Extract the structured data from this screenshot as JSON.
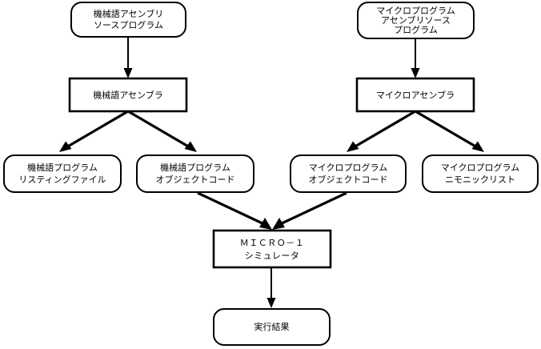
{
  "diagram": {
    "title": "MICRO-1 toolchain flow diagram",
    "background_color": "#ffffff",
    "line_color": "#000000",
    "nodes": [
      {
        "id": "machine-source",
        "shape": "rounded",
        "lines": [
          "機械語アセンブリ",
          "ソースプログラム"
        ]
      },
      {
        "id": "micro-source",
        "shape": "rounded",
        "lines": [
          "マイクロプログラム",
          "アセンブリソース",
          "プログラム"
        ]
      },
      {
        "id": "machine-assembler",
        "shape": "rect",
        "lines": [
          "機械語アセンブラ"
        ]
      },
      {
        "id": "micro-assembler",
        "shape": "rect",
        "lines": [
          "マイクロアセンブラ"
        ]
      },
      {
        "id": "machine-listing",
        "shape": "rounded",
        "lines": [
          "機械語プログラム",
          "リスティングファイル"
        ]
      },
      {
        "id": "machine-object",
        "shape": "rounded",
        "lines": [
          "機械語プログラム",
          "オブジェクトコード"
        ]
      },
      {
        "id": "micro-object",
        "shape": "rounded",
        "lines": [
          "マイクロプログラム",
          "オブジェクトコード"
        ]
      },
      {
        "id": "micro-mnemonic",
        "shape": "rounded",
        "lines": [
          "マイクロプログラム",
          "ニモニックリスト"
        ]
      },
      {
        "id": "simulator",
        "shape": "rect",
        "lines": [
          "ＭＩＣＲＯ－１",
          "シミュレータ"
        ]
      },
      {
        "id": "result",
        "shape": "rounded",
        "lines": [
          "実行結果"
        ]
      }
    ],
    "edges": [
      {
        "id": "machine-source-to-assembler",
        "from": "machine-source",
        "to": "machine-assembler",
        "style": "thin"
      },
      {
        "id": "micro-source-to-assembler",
        "from": "micro-source",
        "to": "micro-assembler",
        "style": "thin"
      },
      {
        "id": "machine-assembler-to-listing",
        "from": "machine-assembler",
        "to": "machine-listing",
        "style": "thick"
      },
      {
        "id": "machine-assembler-to-object",
        "from": "machine-assembler",
        "to": "machine-object",
        "style": "thick"
      },
      {
        "id": "micro-assembler-to-object",
        "from": "micro-assembler",
        "to": "micro-object",
        "style": "thick"
      },
      {
        "id": "micro-assembler-to-mnemonic",
        "from": "micro-assembler",
        "to": "micro-mnemonic",
        "style": "thick"
      },
      {
        "id": "machine-object-to-simulator",
        "from": "machine-object",
        "to": "simulator",
        "style": "thick"
      },
      {
        "id": "micro-object-to-simulator",
        "from": "micro-object",
        "to": "simulator",
        "style": "thick"
      },
      {
        "id": "simulator-to-result",
        "from": "simulator",
        "to": "result",
        "style": "thin"
      }
    ]
  }
}
